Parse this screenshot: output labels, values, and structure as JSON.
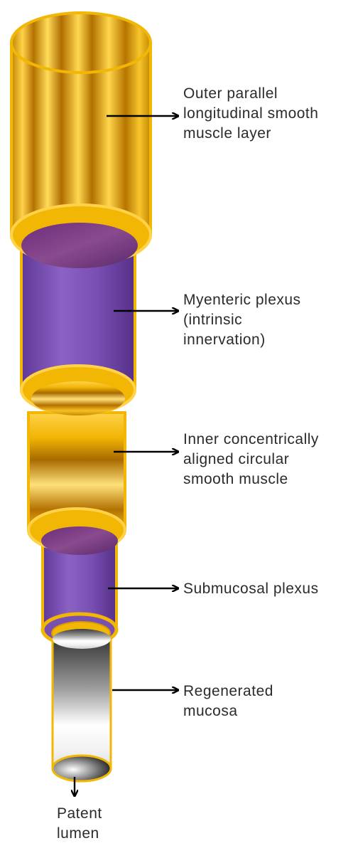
{
  "diagram": {
    "colors": {
      "gold": "#f2b705",
      "gold_dark": "#b77a00",
      "gold_light": "#ffe070",
      "purple": "#7a4fb2",
      "purple_dark": "#4a2a7a",
      "lumen_dark": "#1e1e1e",
      "arrow": "#000000"
    },
    "layers": [
      {
        "name": "outer-longitudinal-muscle-layer",
        "label_lines": [
          "Outer parallel",
          "longitudinal smooth",
          "muscle layer"
        ]
      },
      {
        "name": "myenteric-plexus",
        "label_lines": [
          "Myenteric plexus",
          "(intrinsic",
          "innervation)"
        ]
      },
      {
        "name": "inner-circular-muscle",
        "label_lines": [
          "Inner concentrically",
          "aligned circular",
          "smooth muscle"
        ]
      },
      {
        "name": "submucosal-plexus",
        "label_lines": [
          "Submucosal plexus"
        ]
      },
      {
        "name": "regenerated-mucosa",
        "label_lines": [
          "Regenerated",
          "mucosa"
        ]
      }
    ],
    "lumen_label_lines": [
      "Patent",
      "lumen"
    ]
  }
}
